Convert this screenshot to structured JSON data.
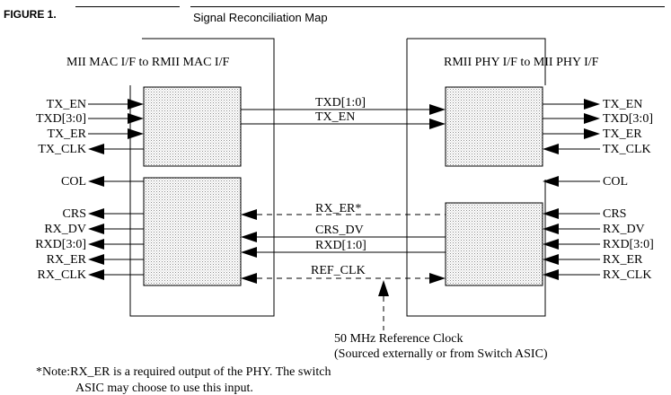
{
  "figure": {
    "label": "FIGURE 1.",
    "title": "Signal Reconciliation Map"
  },
  "left_block": {
    "title": "MII MAC I/F to RMII MAC I/F",
    "tx_signals": [
      "TX_EN",
      "TXD[3:0]",
      "TX_ER",
      "TX_CLK"
    ],
    "col_signal": "COL",
    "rx_signals": [
      "CRS",
      "RX_DV",
      "RXD[3:0]",
      "RX_ER",
      "RX_CLK"
    ]
  },
  "right_block": {
    "title": "RMII PHY I/F to MII PHY I/F",
    "tx_signals": [
      "TX_EN",
      "TXD[3:0]",
      "TX_ER",
      "TX_CLK"
    ],
    "col_signal": "COL",
    "rx_signals": [
      "CRS",
      "RX_DV",
      "RXD[3:0]",
      "RX_ER",
      "RX_CLK"
    ]
  },
  "link_signals": {
    "txd": "TXD[1:0]",
    "tx_en": "TX_EN",
    "rx_er": "RX_ER*",
    "crs_dv": "CRS_DV",
    "rxd": "RXD[1:0]",
    "ref_clk": "REF_CLK"
  },
  "reference_clock": {
    "line1": "50 MHz Reference Clock",
    "line2": "(Sourced externally or from Switch ASIC)"
  },
  "note": {
    "line1": "*Note:RX_ER is a required output of the PHY. The switch",
    "line2": "ASIC may choose to use this input."
  }
}
